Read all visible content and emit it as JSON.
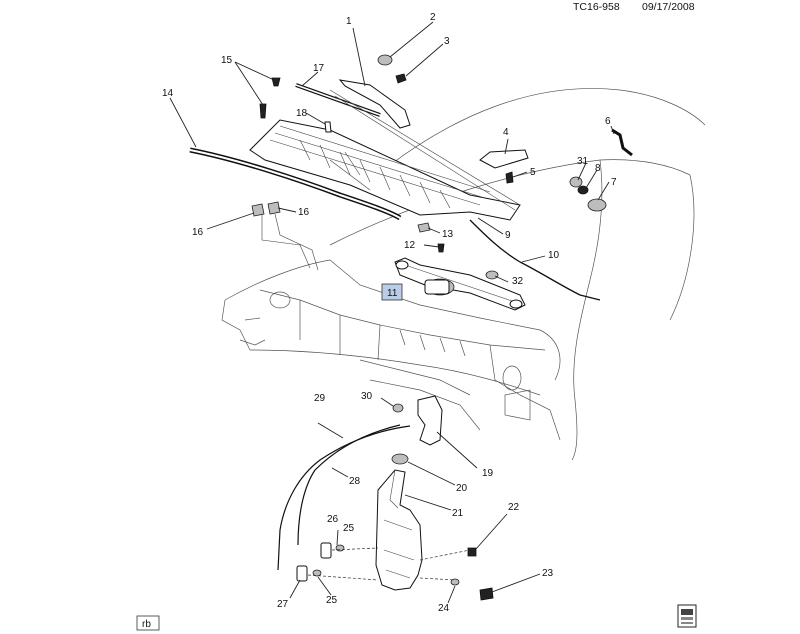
{
  "header": {
    "diagram_id": "TC16-958",
    "date": "09/17/2008"
  },
  "footer": {
    "badge": "rb"
  },
  "highlight": {
    "label": "11",
    "fill": "#b9cde8"
  },
  "callouts": {
    "c1": "1",
    "c2": "2",
    "c3": "3",
    "c4": "4",
    "c5": "5",
    "c6": "6",
    "c7": "7",
    "c8": "8",
    "c9": "9",
    "c10": "10",
    "c12": "12",
    "c13": "13",
    "c14": "14",
    "c15": "15",
    "c16a": "16",
    "c16b": "16",
    "c17": "17",
    "c18": "18",
    "c19": "19",
    "c20": "20",
    "c21": "21",
    "c22": "22",
    "c23": "23",
    "c24": "24",
    "c25a": "25",
    "c25b": "25",
    "c26": "26",
    "c27": "27",
    "c28": "28",
    "c29": "29",
    "c30": "30",
    "c31": "31",
    "c32": "32"
  },
  "icons": {
    "corner_icon": "vehicle-icon"
  }
}
